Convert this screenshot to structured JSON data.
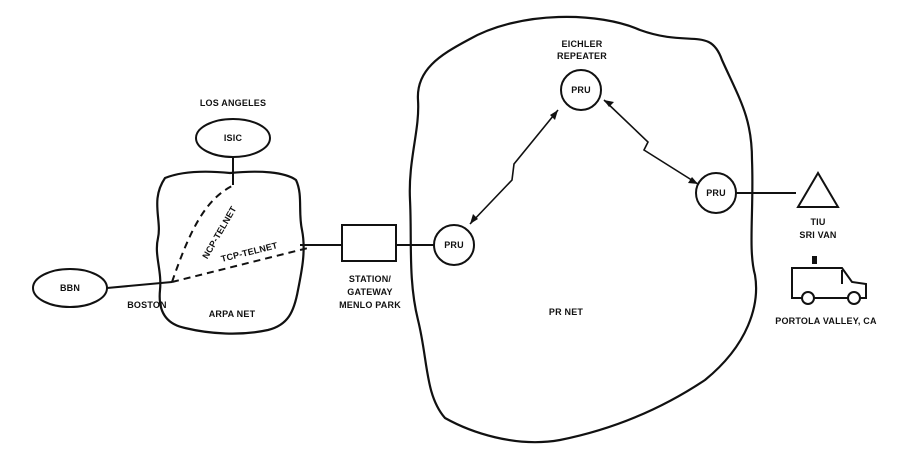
{
  "labels": {
    "los_angeles": "LOS ANGELES",
    "isic": "ISIC",
    "bbn": "BBN",
    "boston": "BOSTON",
    "arpa_net": "ARPA NET",
    "ncp_telnet": "NCP-TELNET",
    "tcp_telnet": "TCP-TELNET",
    "station_line1": "STATION/",
    "station_line2": "GATEWAY",
    "station_line3": "MENLO PARK",
    "pr_net": "PR NET",
    "eichler_line1": "EICHLER",
    "eichler_line2": "REPEATER",
    "pru_top": "PRU",
    "pru_left": "PRU",
    "pru_right": "PRU",
    "tiu": "TIU",
    "sri_van": "SRI VAN",
    "portola_valley": "PORTOLA VALLEY, CA"
  }
}
